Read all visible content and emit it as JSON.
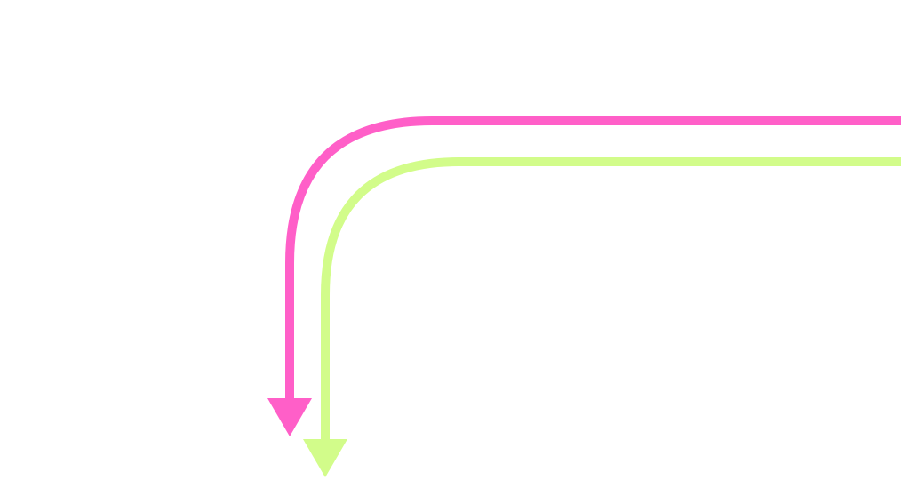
{
  "diagram": {
    "background": "#ffffff",
    "arrows": [
      {
        "id": "pink",
        "color": "#ff5fc8",
        "direction": "down"
      },
      {
        "id": "lime",
        "color": "#d2fc8a",
        "direction": "down"
      }
    ]
  }
}
